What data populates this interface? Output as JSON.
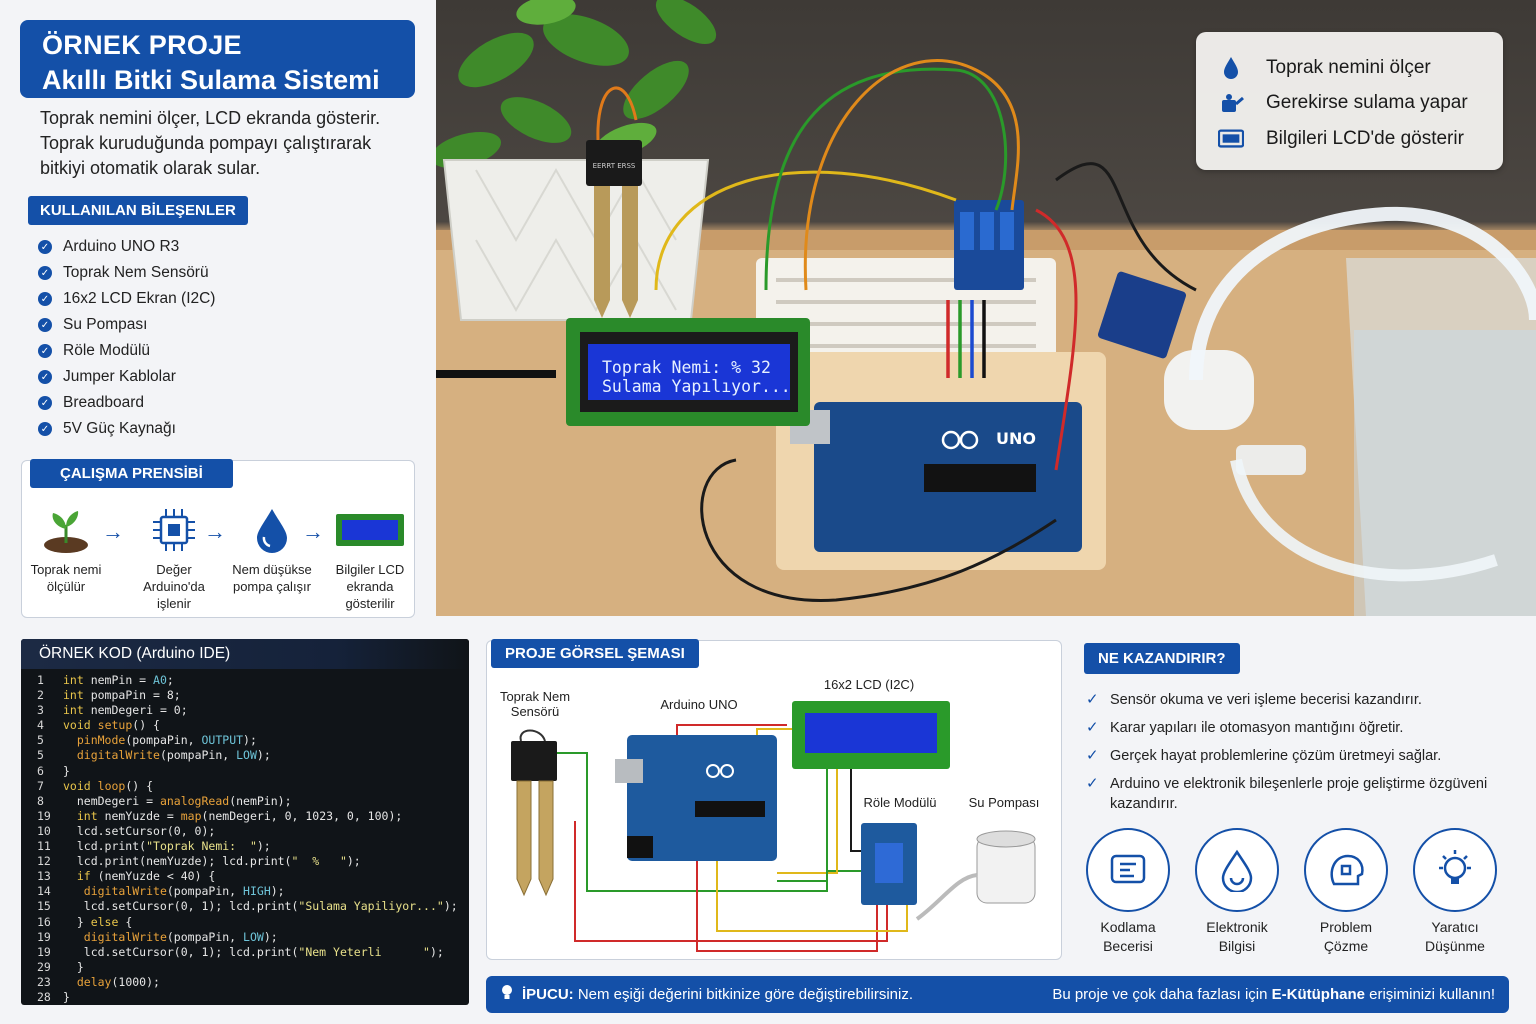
{
  "header": {
    "tag": "ÖRNEK PROJE",
    "title": "Akıllı Bitki Sulama Sistemi",
    "intro": "Toprak nemini ölçer, LCD ekranda gösterir. Toprak kuruduğunda pompayı çalıştırarak bitkiyi otomatik olarak sular."
  },
  "components": {
    "heading": "KULLANILAN BİLEŞENLER",
    "items": [
      "Arduino UNO R3",
      "Toprak Nem Sensörü",
      "16x2 LCD Ekran (I2C)",
      "Su Pompası",
      "Röle Modülü",
      "Jumper Kablolar",
      "Breadboard",
      "5V Güç Kaynağı"
    ]
  },
  "principle": {
    "heading": "ÇALIŞMA PRENSİBİ",
    "steps": [
      {
        "label": "Toprak nemi ölçülür",
        "icon": "sprout-icon"
      },
      {
        "label": "Değer Arduino'da işlenir",
        "icon": "chip-icon"
      },
      {
        "label": "Nem düşükse pompa çalışır",
        "icon": "water-drop-icon"
      },
      {
        "label": "Bilgiler LCD ekranda gösterilir",
        "icon": "lcd-icon"
      }
    ]
  },
  "photo": {
    "lcd_line1": "Toprak Nemi:  % 32",
    "lcd_line2": "Sulama Yapılıyor...",
    "board_label": "UNO",
    "sensor_label": "EERRT ERSS"
  },
  "features": [
    {
      "label": "Toprak nemini ölçer",
      "icon": "water-drop-icon"
    },
    {
      "label": "Gerekirse sulama yapar",
      "icon": "watering-can-icon"
    },
    {
      "label": "Bilgileri LCD'de gösterir",
      "icon": "monitor-icon"
    }
  ],
  "code": {
    "heading": "ÖRNEK KOD (Arduino IDE)",
    "lines": [
      {
        "n": "1",
        "t": "int nemPin = A0;"
      },
      {
        "n": "2",
        "t": "int pompaPin = 8;"
      },
      {
        "n": "3",
        "t": "int nemDegeri = 0;"
      },
      {
        "n": "4",
        "t": "void setup() {"
      },
      {
        "n": "5",
        "t": "  pinMode(pompaPin, OUTPUT);"
      },
      {
        "n": "5",
        "t": "  digitalWrite(pompaPin, LOW);"
      },
      {
        "n": "6",
        "t": "}"
      },
      {
        "n": "7",
        "t": "void loop() {"
      },
      {
        "n": "8",
        "t": "  nemDegeri = analogRead(nemPin);"
      },
      {
        "n": "19",
        "t": "  int nemYuzde = map(nemDegeri, 0, 1023, 0, 100);"
      },
      {
        "n": "10",
        "t": "  lcd.setCursor(0, 0);"
      },
      {
        "n": "11",
        "t": "  lcd.print(\"Toprak Nemi:  \");"
      },
      {
        "n": "12",
        "t": "  lcd.print(nemYuzde); lcd.print(\"  %   \");"
      },
      {
        "n": "13",
        "t": "  if (nemYuzde < 40) {"
      },
      {
        "n": "14",
        "t": "   digitalWrite(pompaPin, HIGH);"
      },
      {
        "n": "15",
        "t": "   lcd.setCursor(0, 1); lcd.print(\"Sulama Yapiliyor...\");"
      },
      {
        "n": "16",
        "t": "  } else {"
      },
      {
        "n": "19",
        "t": "   digitalWrite(pompaPin, LOW);"
      },
      {
        "n": "19",
        "t": "   lcd.setCursor(0, 1); lcd.print(\"Nem Yeterli      \");"
      },
      {
        "n": "29",
        "t": "  }"
      },
      {
        "n": "23",
        "t": "  delay(1000);"
      },
      {
        "n": "28",
        "t": "}"
      }
    ]
  },
  "schema": {
    "heading": "PROJE GÖRSEL ŞEMASI",
    "sensor": "Toprak Nem Sensörü",
    "arduino": "Arduino UNO",
    "lcd": "16x2 LCD (I2C)",
    "relay": "Röle Modülü",
    "pump": "Su Pompası"
  },
  "benefits": {
    "heading": "NE KAZANDIRIR?",
    "items": [
      "Sensör okuma ve veri işleme becerisi kazandırır.",
      "Karar yapıları ile otomasyon mantığını öğretir.",
      "Gerçek hayat problemlerine çözüm üretmeyi sağlar.",
      "Arduino ve elektronik bileşenlerle proje geliştirme özgüveni kazandırır."
    ],
    "skills": [
      {
        "label": "Kodlama Becerisi",
        "icon": "code-icon"
      },
      {
        "label": "Elektronik Bilgisi",
        "icon": "electronics-icon"
      },
      {
        "label": "Problem Çözme",
        "icon": "puzzle-head-icon"
      },
      {
        "label": "Yaratıcı Düşünme",
        "icon": "lightbulb-icon"
      }
    ]
  },
  "tip": {
    "label": "İPUCU:",
    "text": "Nem eşiği değerini bitkinize göre değiştirebilirsiniz.",
    "right_prefix": "Bu proje ve çok daha fazlası için ",
    "right_bold": "E-Kütüphane",
    "right_suffix": " erişiminizi kullanın!"
  },
  "colors": {
    "primary": "#1450a8",
    "code_bg": "#101418",
    "lcd_bg": "#1a36d6"
  }
}
